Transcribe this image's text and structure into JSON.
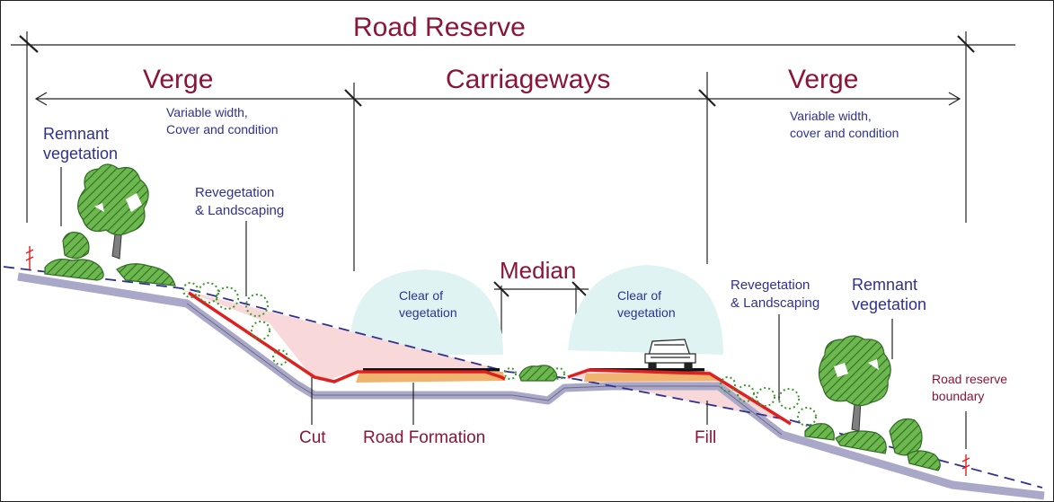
{
  "title": "Road Reserve",
  "sections": {
    "verge_left": "Verge",
    "carriageways": "Carriageways",
    "verge_right": "Verge",
    "median": "Median"
  },
  "notes": {
    "verge_left_note": "Variable  width,\nCover and condition",
    "verge_right_note": "Variable  width,\ncover  and condition",
    "clear_left": "Clear of\nvegetation",
    "clear_right": "Clear of\nvegetation"
  },
  "labels": {
    "remnant_left": "Remnant\nvegetation",
    "remnant_right": "Remnant\nvegetation",
    "reveg_left": "Revegetation\n& Landscaping",
    "reveg_right": "Revegetation\n& Landscaping",
    "cut": "Cut",
    "road_formation": "Road Formation",
    "fill": "Fill",
    "boundary": "Road reserve\nboundary"
  },
  "colors": {
    "label_red": "#8a1538",
    "label_blue": "#2e3192",
    "ground": "#a9a8c8",
    "formation": "#e02020",
    "cut_fill_zone": "#f8d8d8",
    "clear_zone": "#dff4f2",
    "vegetation": "#5aa845"
  }
}
